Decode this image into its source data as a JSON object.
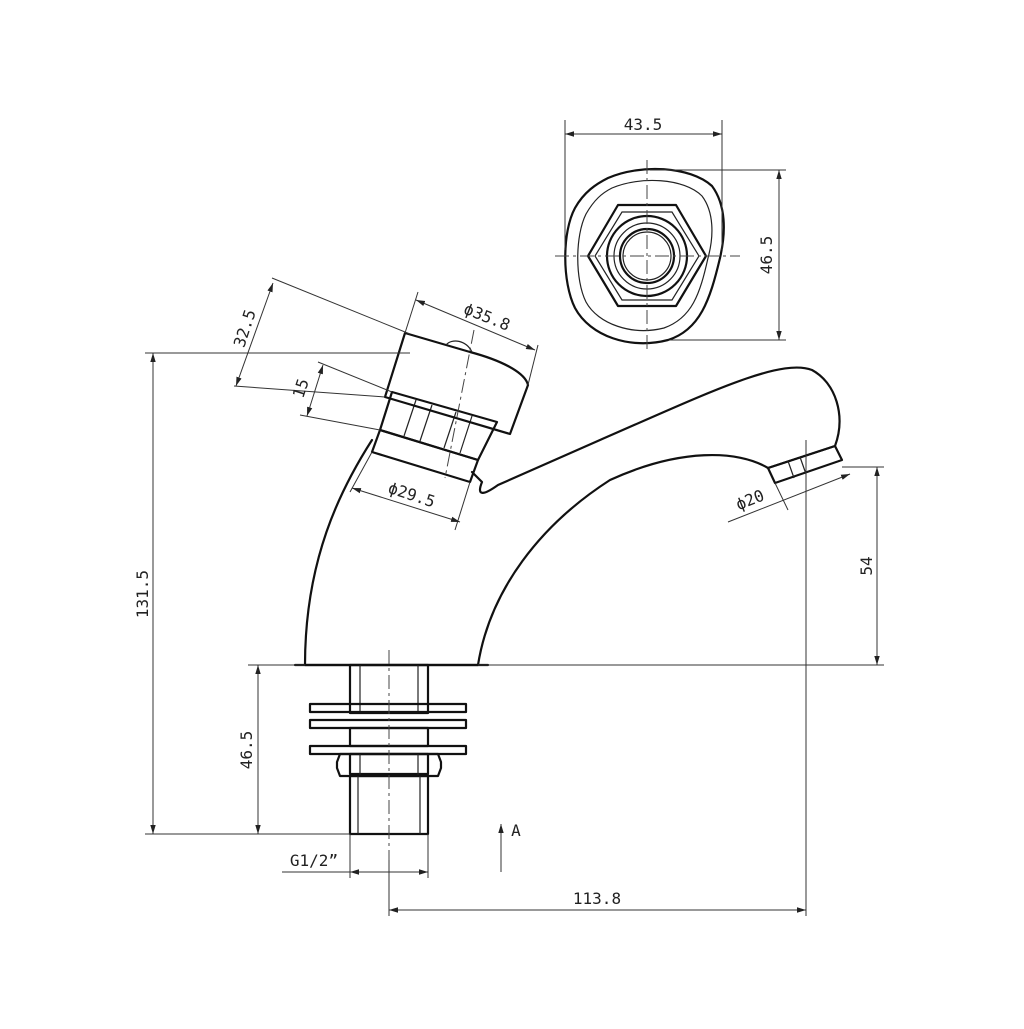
{
  "dimensions": {
    "top_width": "43.5",
    "top_height": "46.5",
    "handle_height": "32.5",
    "handle_diameter": "ϕ35.8",
    "collar_height": "15",
    "collar_diameter": "ϕ29.5",
    "outlet_diameter": "ϕ20",
    "overall_height": "131.5",
    "spout_height": "54",
    "shank_length": "46.5",
    "thread": "G1/2”",
    "reach": "113.8"
  },
  "view_marker": "A"
}
